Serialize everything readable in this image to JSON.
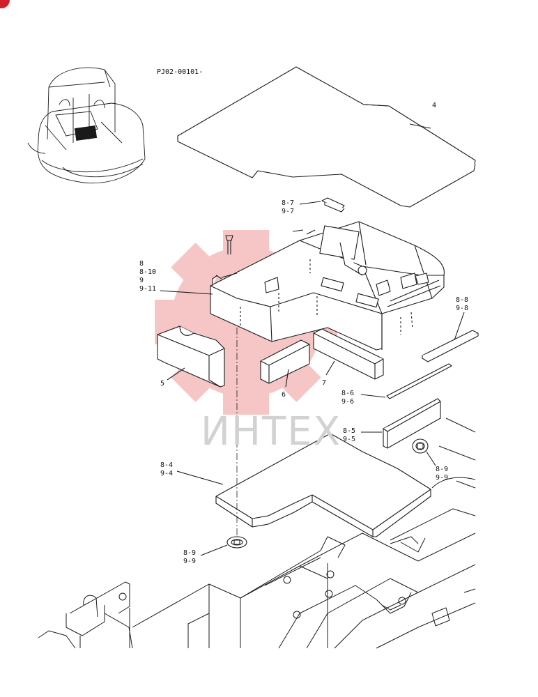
{
  "drawing_code": "PJ02-00101-",
  "watermark": {
    "text": "ИНТЕХ",
    "color": "#f3b3b3",
    "text_color": "#d2d2d2"
  },
  "corner_badge_color": "#d0202a",
  "callouts": {
    "c4": "4",
    "c8_7": [
      "8-7",
      "9-7"
    ],
    "c8": [
      "8",
      "8-10",
      "9",
      "9-11"
    ],
    "c8_8": [
      "8-8",
      "9-8"
    ],
    "c5": "5",
    "c6": "6",
    "c7": "7",
    "c8_6": [
      "8-6",
      "9-6"
    ],
    "c8_5": [
      "8-5",
      "9-5"
    ],
    "c8_9a": [
      "8-9",
      "9-9"
    ],
    "c8_4": [
      "8-4",
      "9-4"
    ],
    "c8_9b": [
      "8-9",
      "9-9"
    ]
  }
}
